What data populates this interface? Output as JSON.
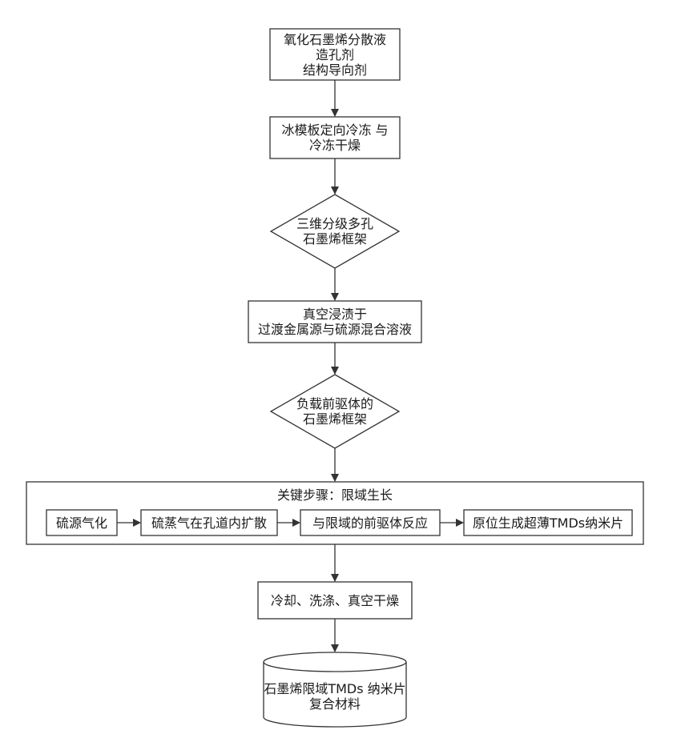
{
  "diagram": {
    "steps": {
      "raw_materials": [
        "氧化石墨烯分散液",
        "造孔剂",
        "结构导向剂"
      ],
      "freeze": [
        "冰模板定向冷冻 与",
        "冷冻干燥"
      ],
      "framework": [
        "三维分级多孔",
        "石墨烯框架"
      ],
      "impregnate": [
        "真空浸渍于",
        "过渡金属源与硫源混合溶液"
      ],
      "loaded": [
        "负载前驱体的",
        "石墨烯框架"
      ],
      "post": [
        "冷却、洗涤、真空干燥"
      ],
      "product": [
        "石墨烯限域TMDs 纳米片",
        "复合材料"
      ]
    },
    "key_step": {
      "title": "关键步骤：限域生长",
      "substeps": [
        "硫源气化",
        "硫蒸气在孔道内扩散",
        "与限域的前驱体反应",
        "原位生成超薄TMDs纳米片"
      ]
    }
  }
}
